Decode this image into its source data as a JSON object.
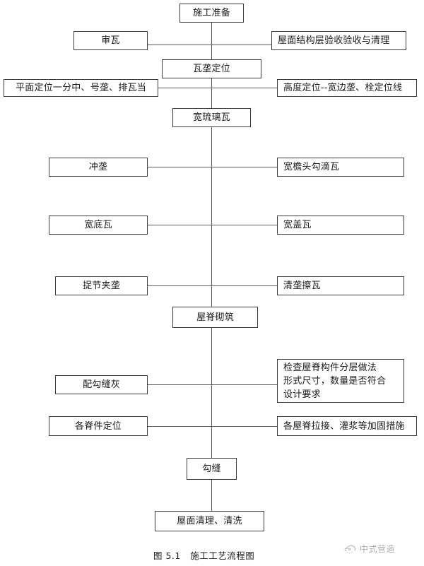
{
  "figure": {
    "caption": "图 5.1   施工工艺流程图",
    "watermark_text": "中式营造",
    "watermark_icon": "cloud-swirl-icon",
    "line_color": "#585858",
    "border_color": "#3b3b3b",
    "text_color": "#1a1a1a",
    "background": "#ffffff"
  },
  "nodes": {
    "prep": {
      "label": "施工准备"
    },
    "inspect_tile": {
      "label": "审瓦"
    },
    "roof_accept": {
      "label": "屋面结构层验收验收与清理"
    },
    "ridge_position": {
      "label": "瓦垄定位"
    },
    "plane_position": {
      "label": "平面定位一分中、号垄、排瓦当"
    },
    "height_position": {
      "label": "高度定位--宽边垄、栓定位线"
    },
    "glazed_tile": {
      "label": "宽琉璃瓦"
    },
    "chong_long": {
      "label": "冲垄"
    },
    "eave_tile": {
      "label": "宽檐头勾滴瓦"
    },
    "bottom_tile": {
      "label": "宽底瓦"
    },
    "cover_tile": {
      "label": "宽盖瓦"
    },
    "zhuojie": {
      "label": "捉节夹垄"
    },
    "clean_tile": {
      "label": "清垄擦瓦"
    },
    "ridge_build": {
      "label": "屋脊砌筑"
    },
    "check_ridge": {
      "label": "检查屋脊构件分层做法\n形式尺寸，数量是否符合\n设计要求"
    },
    "mortar_mix": {
      "label": "配勾缝灰"
    },
    "ridge_parts": {
      "label": "各脊件定位"
    },
    "ridge_reinforce": {
      "label": "各屋脊拉接、灌浆等加固措施"
    },
    "pointing": {
      "label": "勾缝"
    },
    "final_clean": {
      "label": "屋面清理、清洗"
    }
  }
}
